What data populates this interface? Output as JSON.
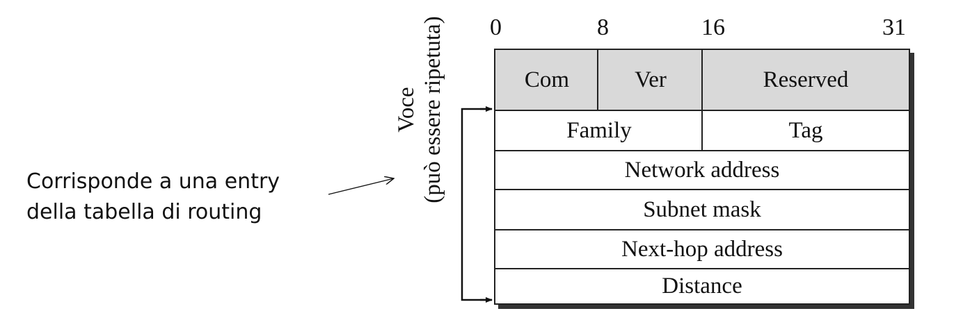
{
  "bit_markers": [
    "0",
    "8",
    "16",
    "31"
  ],
  "header_row": {
    "command": "Com",
    "version": "Ver",
    "reserved": "Reserved"
  },
  "entry_fields": {
    "family": "Family",
    "tag": "Tag",
    "network_address": "Network address",
    "subnet_mask": "Subnet mask",
    "next_hop_address": "Next-hop address",
    "distance": "Distance"
  },
  "side_label": {
    "line1": "Voce",
    "line2": "(può essere ripetuta)"
  },
  "annotation": {
    "line1": "Corrisponde a una entry",
    "line2": "della tabella di routing"
  },
  "colors": {
    "header_fill": "#d9d9d9",
    "border": "#222222"
  }
}
